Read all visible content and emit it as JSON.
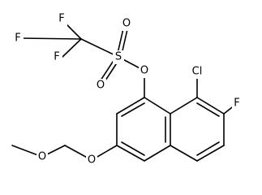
{
  "structure": {
    "type": "skeletal-formula",
    "bond_color": "#000000",
    "background": "#ffffff",
    "atoms": {
      "f_top": "F",
      "f_left": "F",
      "f_lower": "F",
      "s": "S",
      "o_sulfonyl_up": "O",
      "o_sulfonyl_down": "O",
      "o_ester": "O",
      "cl": "Cl",
      "f_ring": "F",
      "o_ring_ether": "O",
      "o_methoxy": "O"
    }
  }
}
